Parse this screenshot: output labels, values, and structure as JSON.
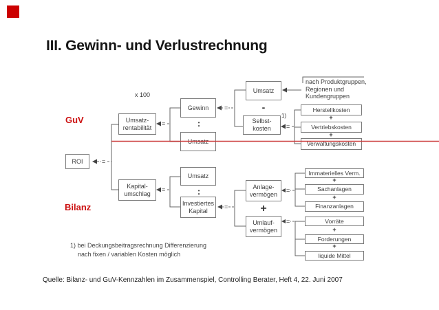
{
  "slide": {
    "title": "III. Gewinn- und Verlustrechnung",
    "source": "Quelle: Bilanz- und GuV-Kennzahlen im Zusammenspiel, Controlling Berater, Heft 4, 22. Juni 2007",
    "accent_color": "#cc1111"
  },
  "sections": {
    "guv": "GuV",
    "bilanz": "Bilanz"
  },
  "diagram": {
    "multiplier_note": "x 100",
    "footnote_marker": "1)",
    "footnote": {
      "line1": "1) bei Deckungsbeitragsrechnung Differenzierung",
      "line2": "nach fixen / variablen Kosten möglich"
    },
    "boxes": {
      "roi": "ROI",
      "umsatzrentabilitaet": "Umsatz-\nrentabilität",
      "kapitalumschlag": "Kapital-\numschlag",
      "gewinn": "Gewinn",
      "umsatz_guv": "Umsatz",
      "umsatz_top": "Umsatz",
      "selbstkosten": "Selbst-\nkosten",
      "umsatz_bilanz": "Umsatz",
      "investiertes_kapital": "Investiertes\nKapital",
      "anlagevermoegen": "Anlage-\nvermögen",
      "umlaufvermoegen": "Umlauf-\nvermögen",
      "herstellkosten": "Herstellkosten",
      "vertriebskosten": "Vertriebskosten",
      "verwaltungskosten": "Verwaltungskosten",
      "immaterielles_vermoegen": "Immaterielles Verm.",
      "sachanlagen": "Sachanlagen",
      "finanzanlagen": "Finanzanlagen",
      "vorraete": "Vorräte",
      "forderungen": "Forderungen",
      "liquide_mittel": "liquide Mittel",
      "nach_produktgruppen": "nach Produktgruppen,\nRegionen und\nKundengruppen"
    },
    "operators": {
      "equals": "=",
      "minus": "-",
      "divide": ":",
      "plus": "+"
    }
  }
}
